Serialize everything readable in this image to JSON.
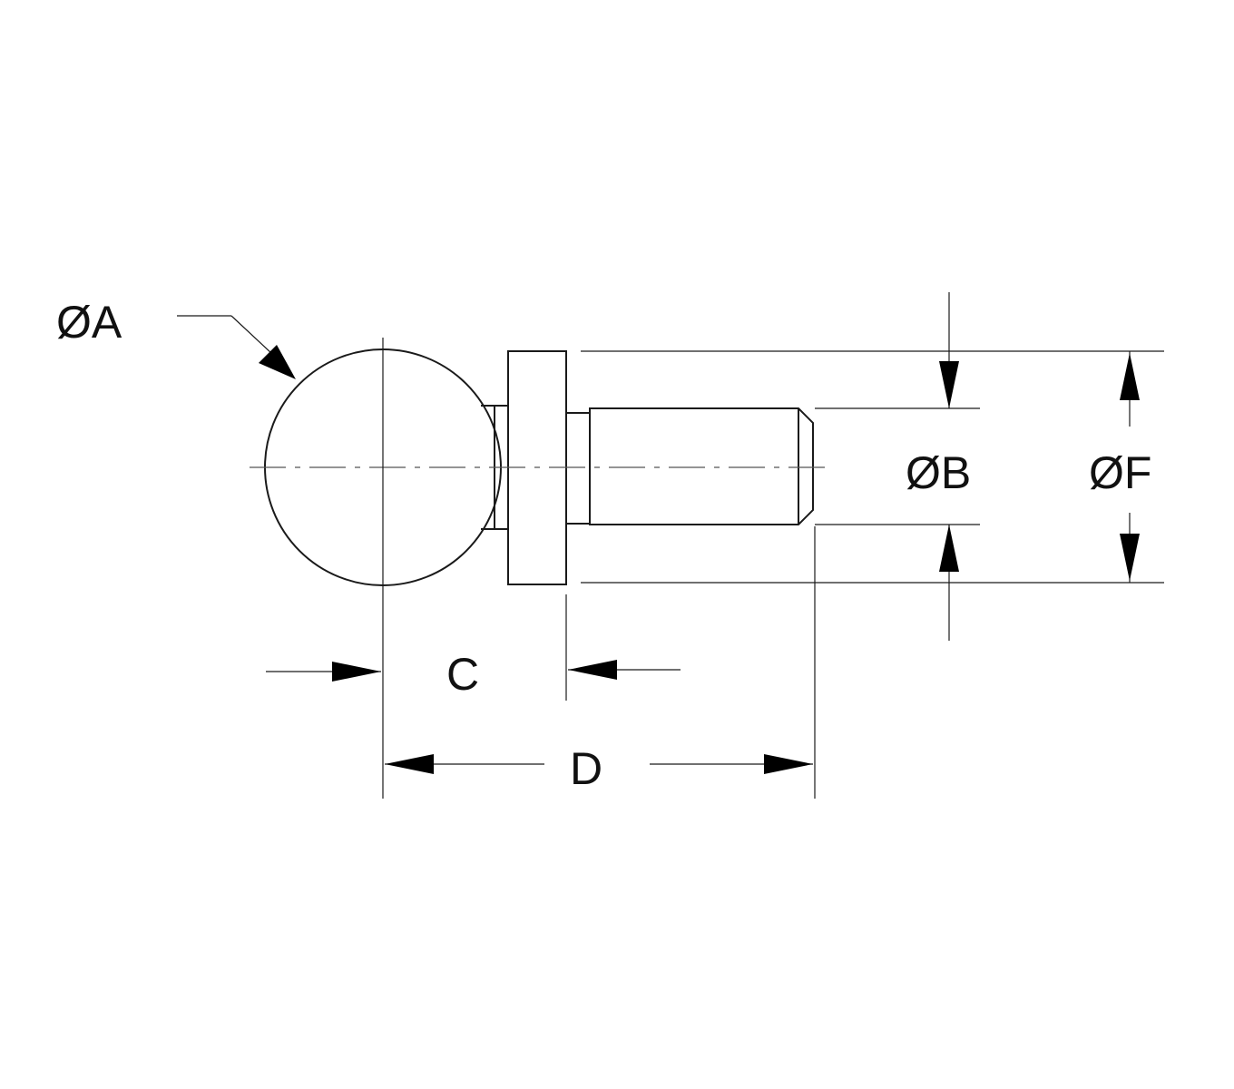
{
  "dimensions": {
    "ball_diameter": "ØA",
    "thread_diameter": "ØB",
    "flange_diameter": "ØF",
    "ball_to_flange": "C",
    "overall_length": "D"
  },
  "colors": {
    "line": "#1a1a1a",
    "background": "#ffffff"
  }
}
